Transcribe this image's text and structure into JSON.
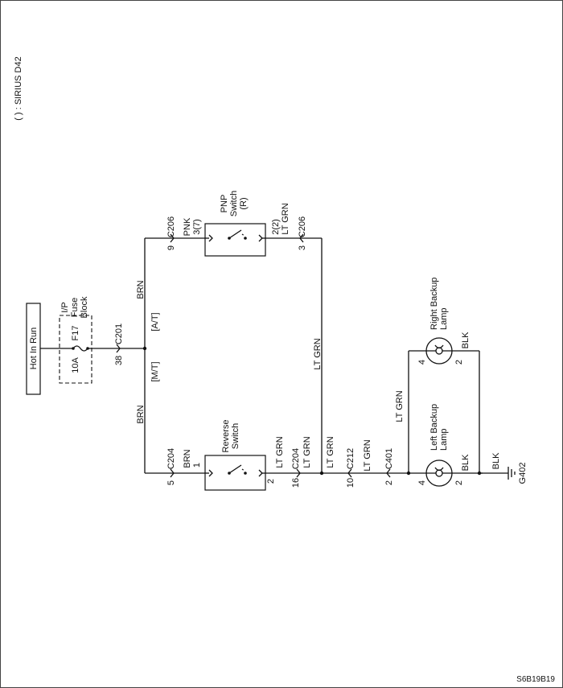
{
  "note": "( ) : SIRIUS D42",
  "source": {
    "label": "Hot In Run"
  },
  "fuse_block": {
    "name": "I/P",
    "name2": "Fuse",
    "name3": "Block",
    "fuse_id": "F17",
    "rating": "10A"
  },
  "connectors": {
    "c201": {
      "name": "C201",
      "pin": "38"
    },
    "c206_in": {
      "name": "C206",
      "pin": "9"
    },
    "c206_out": {
      "name": "C206",
      "pin": "3"
    },
    "c204_in": {
      "name": "C204",
      "pin": "5"
    },
    "c204_out": {
      "name": "C204",
      "pin": "16"
    },
    "c212": {
      "name": "C212",
      "pin": "10"
    },
    "c401": {
      "name": "C401",
      "pin": "2"
    }
  },
  "options": {
    "at": "[A/T]",
    "mt": "[M/T]"
  },
  "wires": {
    "brn": "BRN",
    "pnk": "PNK",
    "lt_grn": "LT GRN",
    "blk": "BLK"
  },
  "pnp_switch": {
    "line1": "PNP",
    "line2": "Switch",
    "line3": "(R)",
    "pin_in": "3(7)",
    "pin_out": "2(2)"
  },
  "reverse_switch": {
    "line1": "Reverse",
    "line2": "Switch",
    "pin_in": "1",
    "pin_out": "2"
  },
  "right_lamp": {
    "line1": "Right Backup",
    "line2": "Lamp",
    "pin_in": "4",
    "pin_out": "2"
  },
  "left_lamp": {
    "line1": "Left Backup",
    "line2": "Lamp",
    "pin_in": "4",
    "pin_out": "2"
  },
  "ground": {
    "name": "G402"
  },
  "figure_id": "S6B19B19"
}
